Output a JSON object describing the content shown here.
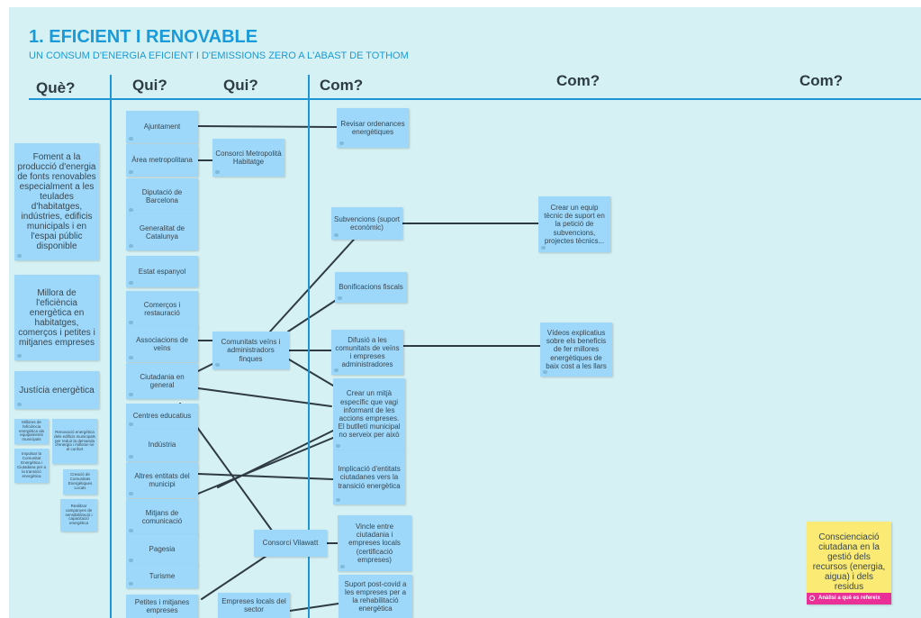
{
  "header": {
    "title": "1. EFICIENT I RENOVABLE",
    "subtitle": "UN CONSUM D'ENERGIA EFICIENT I D'EMISSIONS ZERO A L'ABAST DE TOTHOM"
  },
  "columns": [
    "Què?",
    "Qui?",
    "Qui?",
    "Com?",
    "Com?",
    "Com?"
  ],
  "notes": {
    "what": [
      "Foment a la producció d'energia de fonts renovables especialment a les teulades d'habitatges, indústries, edificis municipals i en l'espai públic disponible",
      "Millora de l'eficiència energètica en habitatges, comerços i petites i mitjanes empreses",
      "Justícia energètica"
    ],
    "tiny": [
      "Millores de l'eficiència energètica als equipaments municipals",
      "Renovació energètica dels edificis municipals per reduir la demanda d'energia i millorar-ne el confort",
      "Impulsar la Comunitat Energètica i Ciutadana per a la transició energètica",
      "Creació de Comunitats Energètiques Locals",
      "Realitzar campanyes de sensibilització i capacitació energètica"
    ],
    "who": [
      "Ajuntament",
      "Àrea metropolitana",
      "Diputació de Barcelona",
      "Generalitat de Catalunya",
      "Estat espanyol",
      "Comerços i restauració",
      "Associacions de veïns",
      "Ciutadania en general",
      "Centres educatius",
      "Indústria",
      "Altres entitats del municipi",
      "Mitjans de comunicació",
      "Pagesia",
      "Turisme",
      "Petites i mitjanes empreses"
    ],
    "who2": [
      "Consorci Metropolità Habitatge",
      "Comunitats veïns i administradors finques",
      "Consorci Vilawatt",
      "Empreses locals del sector"
    ],
    "how": [
      "Revisar ordenances energètiques",
      "Subvencions (suport econòmic)",
      "Bonificacions fiscals",
      "Difusió a les comunitats de veïns i empreses administradores",
      "Crear un mitjà específic que vagi informant de les accions empreses. El butlletí municipal no serveix per això",
      "Implicació d'entitats ciutadanes vers la transició energètica",
      "Vincle entre ciutadania i empreses locals (certificació empreses)",
      "Suport post-covid a les empreses per a la rehabilitació energètica"
    ],
    "how2": [
      "Crear un equip tècnic de suport en la petició de subvencions, projectes tècnics...",
      "Vídeos explicatius sobre els beneficis de fer millores energètiques de baix cost a les llars"
    ],
    "yellow": {
      "text": "Conscienciació ciutadana en la gestió dels recursos (energia, aigua) i dels residus",
      "footer": "Anàlisi a què es refereix"
    }
  },
  "colors": {
    "board": "#d5f1f3",
    "note": "#9dd8fa",
    "accent": "#1e96d6",
    "yellow": "#fbea74",
    "footer": "#ea2f97"
  }
}
